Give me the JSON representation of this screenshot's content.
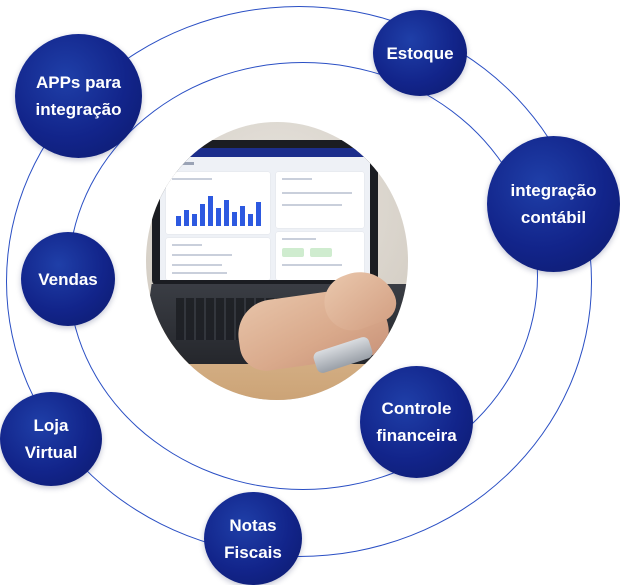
{
  "bubbles": {
    "apps": [
      "APPs para",
      "integração"
    ],
    "estoque": [
      "Estoque"
    ],
    "contabil": [
      "integração",
      "contábil"
    ],
    "vendas": [
      "Vendas"
    ],
    "loja": [
      "Loja",
      "Virtual"
    ],
    "controle": [
      "Controle",
      "financeira"
    ],
    "notas": [
      "Notas",
      "Fiscais"
    ]
  },
  "colors": {
    "bubble": "#12248a",
    "ring": "#2a4fc4",
    "app_nav": "#1c2e8c",
    "chart_bar": "#2d59e0"
  },
  "icons": {
    "photo": "laptop-dashboard-photo"
  }
}
